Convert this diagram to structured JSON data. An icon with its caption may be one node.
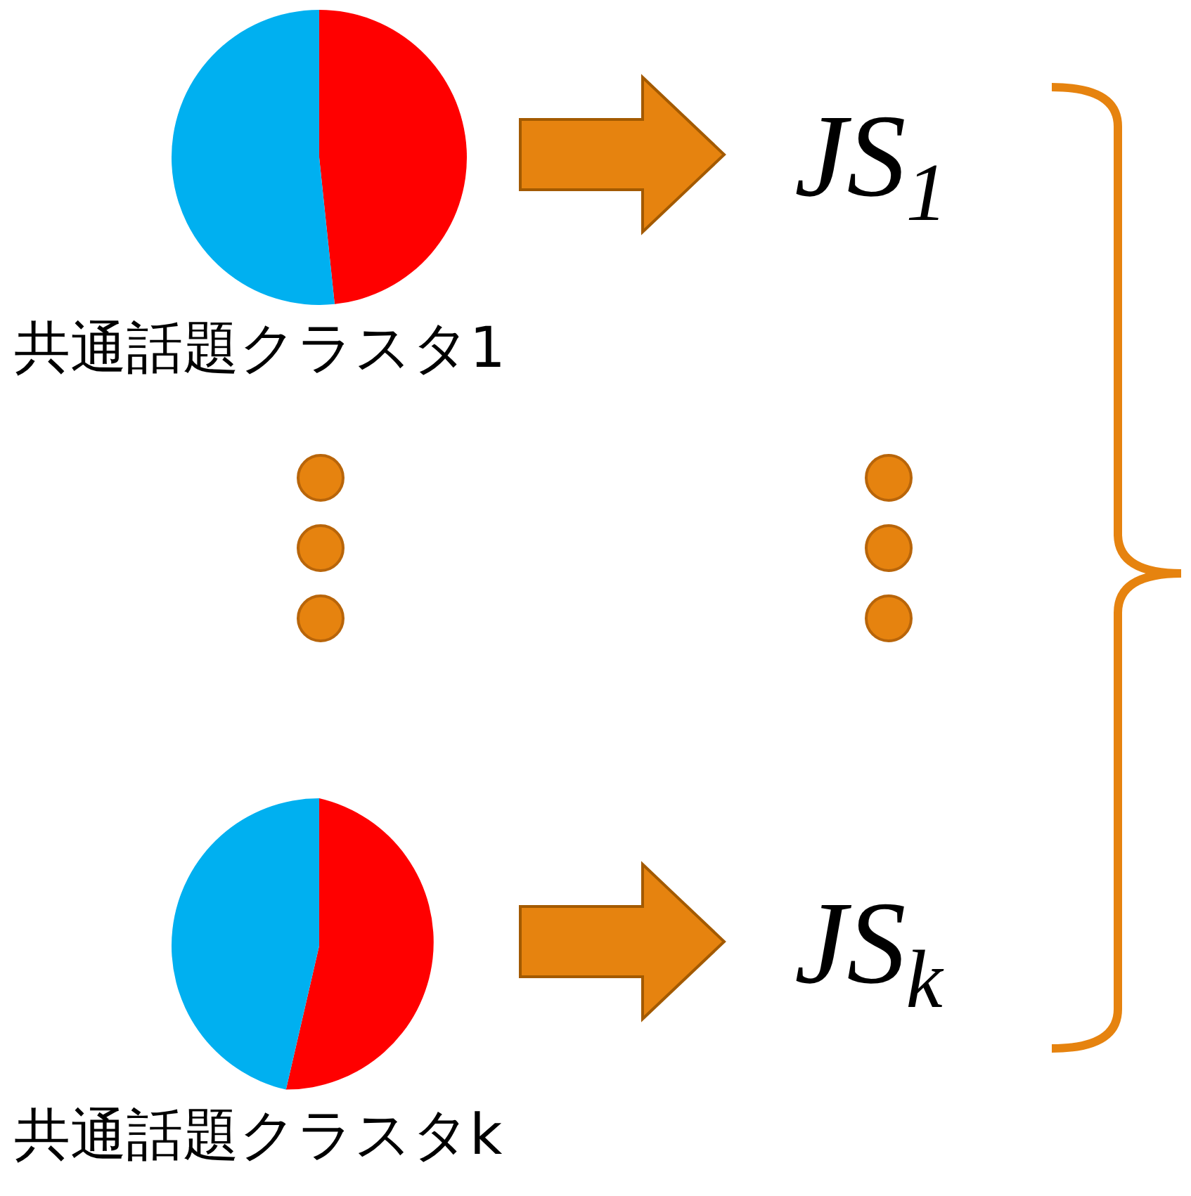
{
  "diagram": {
    "nodes": [
      {
        "text": [],
        "shape": "circle",
        "beside": [
          "共通話題クラスタ1"
        ]
      },
      {
        "text": [
          "JS$_{1}$"
        ]
      },
      {
        "text": [],
        "shape": "circle",
        "beside": [
          "共通話題クラスタk"
        ]
      },
      {
        "text": [
          "JS$_{k}$"
        ]
      }
    ],
    "edges": [
      {
        "from": 0,
        "to": 1,
        "arrow": "to"
      },
      {
        "from": 2,
        "to": 3,
        "arrow": "to"
      }
    ]
  }
}
